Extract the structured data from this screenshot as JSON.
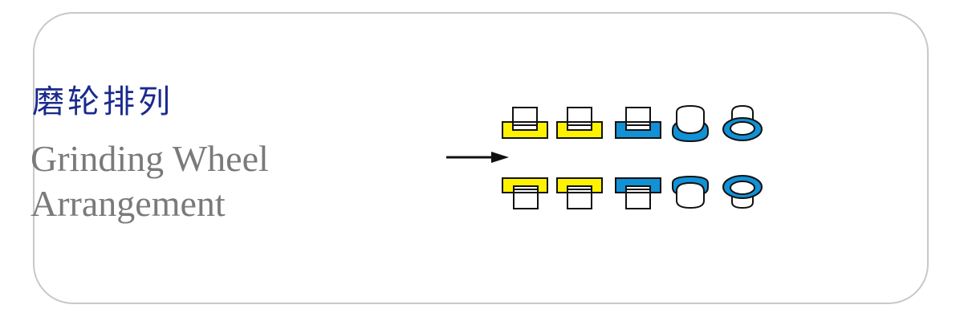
{
  "title": {
    "chinese": "磨轮排列",
    "english_line1": "Grinding Wheel",
    "english_line2": "Arrangement"
  },
  "colors": {
    "yellow_wheel": "#fff200",
    "blue_wheel": "#1191d6",
    "outline": "#111111",
    "title_cn": "#1a2a8c",
    "title_en": "#7a7a7a",
    "frame": "#c8c8c8"
  },
  "diagram": {
    "direction_icon": "arrow-right-icon",
    "rows": [
      {
        "position": "top",
        "wheels": [
          "yellow-cup",
          "yellow-cup",
          "blue-cup",
          "blue-round-cup",
          "blue-ring"
        ]
      },
      {
        "position": "bottom",
        "wheels": [
          "yellow-cup",
          "yellow-cup",
          "blue-cup",
          "blue-round-cup",
          "blue-ring"
        ]
      }
    ]
  }
}
